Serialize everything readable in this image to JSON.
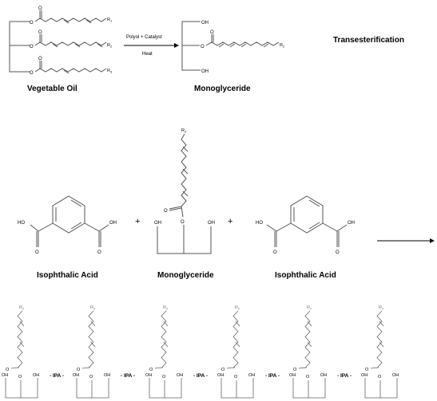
{
  "top": {
    "vegetable_oil_label": "Vegetable Oil",
    "monoglyceride_label": "Monoglyceride",
    "transesterification_label": "Transesterification",
    "arrow_top_text": "Polyol + Catalyst",
    "arrow_bottom_text": "Heat",
    "oil_r_groups": [
      "R1",
      "R2",
      "R3"
    ],
    "oil_r_subs": [
      "1",
      "2",
      "3"
    ],
    "mono_r_group": "R",
    "mono_r_sub": "2",
    "oh": "OH",
    "o": "O"
  },
  "middle": {
    "isophthalic_left_label": "Isophthalic Acid",
    "monoglyceride_label": "Monoglyceride",
    "isophthalic_right_label": "Isophthalic Acid",
    "plus": "+",
    "ho": "HO",
    "oh": "OH",
    "o": "O",
    "r_group": "R",
    "r_sub": "2"
  },
  "bottom": {
    "linker": "- IPA -",
    "oh": "OH",
    "o": "O",
    "r_group": "R",
    "r_sub": "2"
  }
}
